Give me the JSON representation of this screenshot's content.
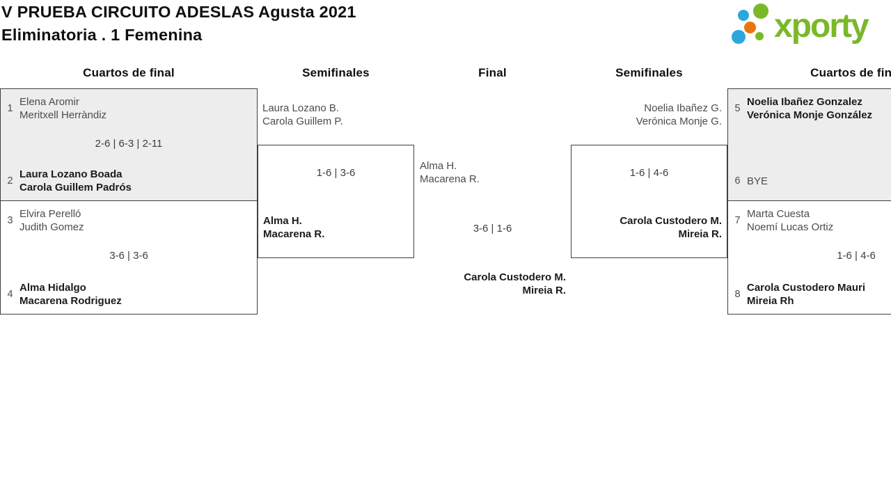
{
  "title": {
    "line1": "V PRUEBA CIRCUITO ADESLAS Agusta 2021",
    "line2": "Eliminatoria . 1 Femenina"
  },
  "logo": {
    "text": "xporty",
    "colors": {
      "green": "#7ab829",
      "blue": "#2ba7de",
      "orange": "#e8760f"
    }
  },
  "rounds": {
    "qf_left": "Cuartos de final",
    "sf_left": "Semifinales",
    "final": "Final",
    "sf_right": "Semifinales",
    "qf_right": "Cuartos de final"
  },
  "colors": {
    "box_shaded": "#ededed",
    "border": "#3f3f3f"
  },
  "matches": {
    "qf1": {
      "seed_top": "1",
      "team_top_1": "Elena Aromir",
      "team_top_2": "Meritxell Herràndiz",
      "score": "2-6 | 6-3 | 2-11",
      "seed_bottom": "2",
      "team_bottom_1": "Laura Lozano Boada",
      "team_bottom_2": "Carola Guillem Padrós"
    },
    "qf2": {
      "seed_top": "3",
      "team_top_1": "Elvira Perelló",
      "team_top_2": "Judith Gomez",
      "score": "3-6 | 3-6",
      "seed_bottom": "4",
      "team_bottom_1": "Alma Hidalgo",
      "team_bottom_2": "Macarena Rodriguez"
    },
    "sf1": {
      "team_top_1": "Laura Lozano B.",
      "team_top_2": "Carola Guillem P.",
      "score": "1-6 | 3-6",
      "team_bottom_1": "Alma H.",
      "team_bottom_2": "Macarena R."
    },
    "final": {
      "team_top_1": "Alma H.",
      "team_top_2": "Macarena R.",
      "score": "3-6 | 1-6",
      "team_bottom_1": "Carola Custodero M.",
      "team_bottom_2": "Mireia R."
    },
    "sf2": {
      "team_top_1": "Noelia Ibañez G.",
      "team_top_2": "Verónica Monje G.",
      "score": "1-6 | 4-6",
      "team_bottom_1": "Carola Custodero M.",
      "team_bottom_2": "Mireia R."
    },
    "qf3": {
      "seed_top": "5",
      "team_top_1": "Noelia Ibañez Gonzalez",
      "team_top_2": "Verónica Monje González",
      "score": "",
      "seed_bottom": "6",
      "team_bottom_1": "BYE",
      "team_bottom_2": ""
    },
    "qf4": {
      "seed_top": "7",
      "team_top_1": "Marta Cuesta",
      "team_top_2": "Noemí Lucas Ortiz",
      "score": "1-6 | 4-6",
      "seed_bottom": "8",
      "team_bottom_1": "Carola Custodero Mauri",
      "team_bottom_2": "Mireia Rh"
    }
  }
}
